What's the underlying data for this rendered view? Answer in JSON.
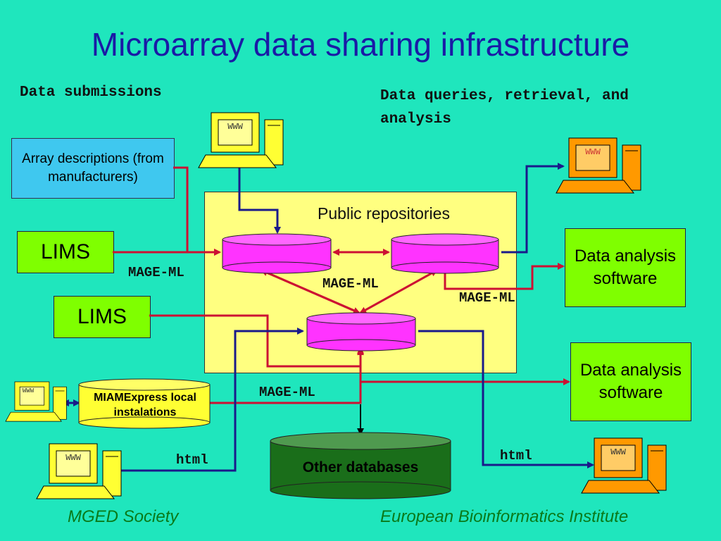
{
  "title": "Microarray data sharing infrastructure",
  "headings": {
    "left": "Data submissions",
    "right": "Data queries, retrieval, and analysis"
  },
  "nodes": {
    "array_descriptions": "Array descriptions (from manufacturers)",
    "lims_1": "LIMS",
    "lims_2": "LIMS",
    "public_repositories": "Public repositories",
    "data_analysis_software_1": "Data analysis software",
    "data_analysis_software_2": "Data analysis software",
    "miamexpress": "MIAMExpress local instalations",
    "other_databases": "Other databases",
    "www": "WWW"
  },
  "edge_labels": {
    "mageml_1": "MAGE-ML",
    "mageml_2": "MAGE-ML",
    "mageml_3": "MAGE-ML",
    "mageml_4": "MAGE-ML",
    "html_1": "html",
    "html_2": "html"
  },
  "footer": {
    "left": "MGED Society",
    "right": "European Bioinformatics Institute"
  },
  "colors": {
    "background": "#1fe6bd",
    "title": "#1a1aa6",
    "repository_box": "#ffff80",
    "database_fill": "#ff33ff",
    "lims_fill": "#7fff00",
    "array_box": "#3fc8ef",
    "red_arrow": "#cc1133",
    "blue_arrow": "#1a1a8a",
    "other_db_fill": "#1a6e1a",
    "footer": "#0a7a1a",
    "computer_yellow": "#ffff33",
    "computer_orange": "#ff9900"
  }
}
